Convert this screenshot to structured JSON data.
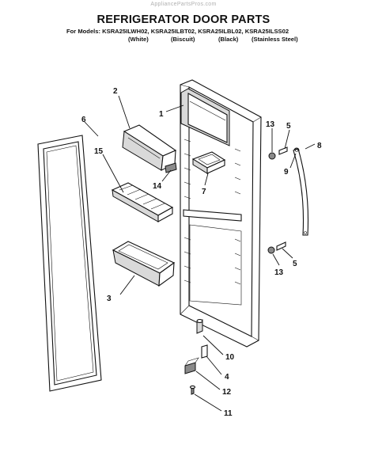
{
  "watermark": "AppliancePartsPros.com",
  "title": "REFRIGERATOR DOOR PARTS",
  "models_line": "For Models: KSRA25ILWH02, KSRA25ILBT02, KSRA25ILBL02, KSRA25ILSS02",
  "variants": [
    "(White)",
    "(Biscuit)",
    "(Black)",
    "(Stainless Steel)"
  ],
  "callouts": {
    "p1": "1",
    "p2": "2",
    "p3": "3",
    "p4": "4",
    "p5a": "5",
    "p5b": "5",
    "p6": "6",
    "p7": "7",
    "p8": "8",
    "p9": "9",
    "p10": "10",
    "p11": "11",
    "p12": "12",
    "p13a": "13",
    "p13b": "13",
    "p14": "14",
    "p15": "15"
  }
}
